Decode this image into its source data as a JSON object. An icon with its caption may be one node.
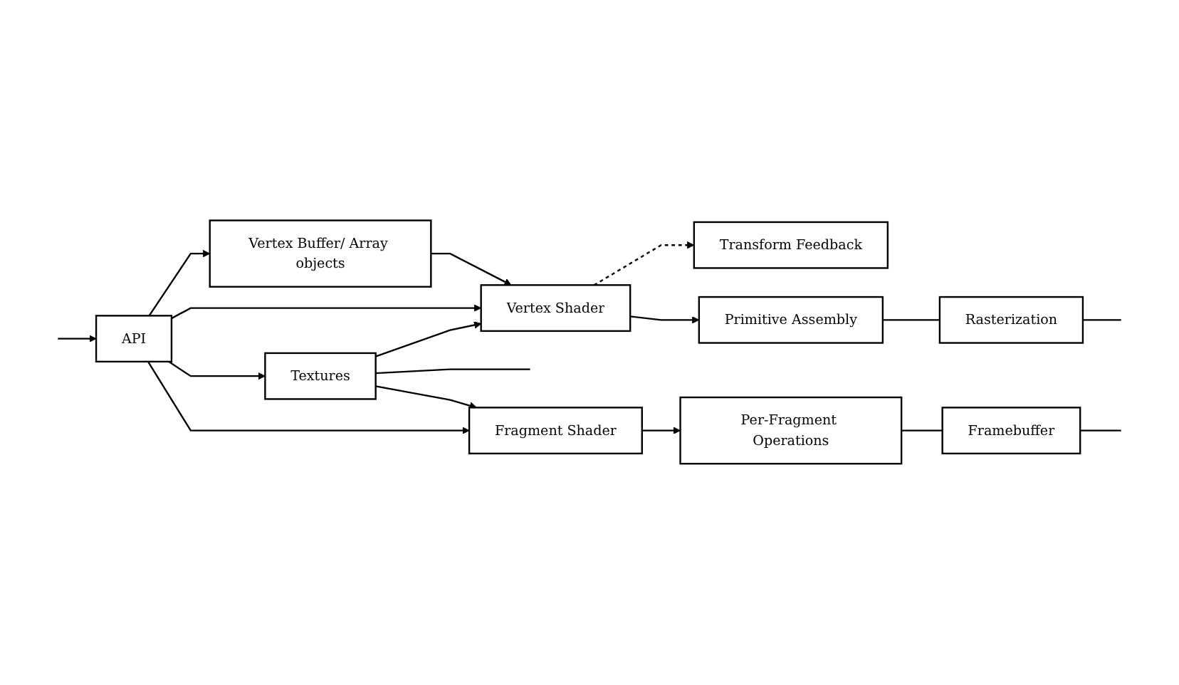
{
  "diagram": {
    "nodes": [
      {
        "text": [
          "API"
        ]
      },
      {
        "text": [
          "Vertex Buffer/ Array objects"
        ]
      },
      {
        "text": [
          "Transform Feedback"
        ]
      },
      {
        "text": [
          "Vertex Shader"
        ]
      },
      {
        "text": [
          "Primitive Assembly"
        ]
      },
      {
        "text": [
          "Rasterization"
        ]
      },
      {
        "text": [
          "Textures"
        ]
      },
      {
        "text": [
          "Fragment Shader"
        ]
      },
      {
        "text": [
          "Per-Fragment Operations"
        ]
      },
      {
        "text": [
          "Framebuffer"
        ]
      }
    ],
    "edges": [
      {
        "from": 0,
        "to": 1,
        "arrow": "to"
      },
      {
        "from": 0,
        "to": 3,
        "arrow": "to"
      },
      {
        "from": 0,
        "to": 6,
        "arrow": "to"
      },
      {
        "from": 0,
        "to": 7,
        "arrow": "to"
      },
      {
        "from": 1,
        "to": 3,
        "arrow": "to"
      },
      {
        "from": 3,
        "to": 2,
        "arrow": "to",
        "style": "dashed"
      },
      {
        "from": 3,
        "to": 4,
        "arrow": "to"
      },
      {
        "from": 4,
        "to": 5,
        "arrow": "none"
      },
      {
        "from": 5,
        "to": null,
        "arrow": "none"
      },
      {
        "from": 6,
        "to": 3,
        "arrow": "to"
      },
      {
        "from": 6,
        "to": null,
        "arrow": "none"
      },
      {
        "from": 6,
        "to": 7,
        "arrow": "to"
      },
      {
        "from": 7,
        "to": 8,
        "arrow": "to"
      },
      {
        "from": 8,
        "to": 9,
        "arrow": "none"
      },
      {
        "from": 9,
        "to": null,
        "arrow": "none"
      },
      {
        "from": null,
        "to": 0,
        "arrow": "to"
      }
    ]
  }
}
